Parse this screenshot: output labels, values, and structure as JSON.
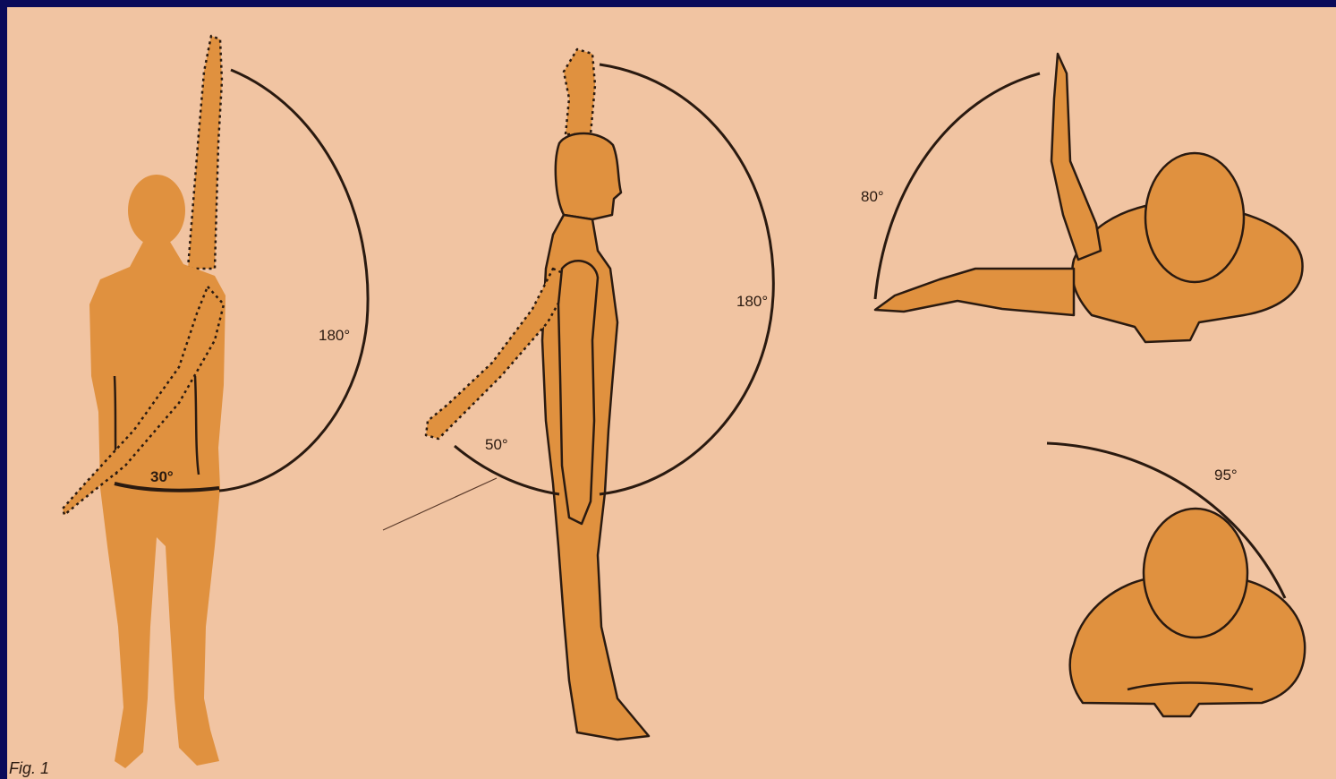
{
  "colors": {
    "background_border": "#0a0a5a",
    "paper": "#f1c4a2",
    "figure_fill": "#e0913f",
    "outline": "#2a1a10"
  },
  "labels": {
    "figure_caption": "Fig. 1",
    "front_view": {
      "raise_angle": "180°",
      "extension_angle": "30°"
    },
    "side_view": {
      "raise_angle": "180°",
      "extension_angle": "50°"
    },
    "top_view_horizontal_abduction": {
      "angle": "80°"
    },
    "top_view_horizontal_adduction": {
      "angle": "95°"
    }
  }
}
